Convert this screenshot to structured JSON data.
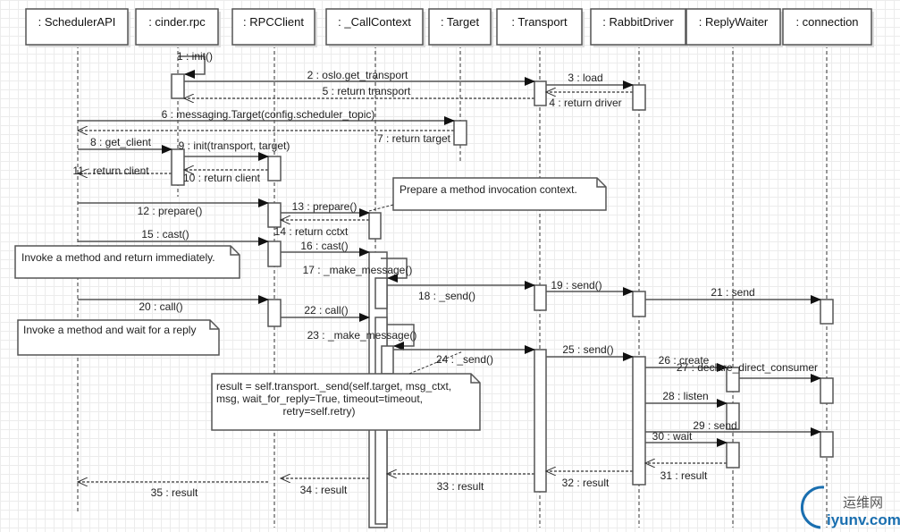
{
  "participants": [
    ": SchedulerAPI",
    ": cinder.rpc",
    ": RPCClient",
    ": _CallContext",
    ": Target",
    ": Transport",
    ": RabbitDriver",
    ": ReplyWaiter",
    ": connection"
  ],
  "messages": [
    "1 : init()",
    "2 : oslo.get_transport",
    "3 : load",
    "4 : return driver",
    "5 : return transport",
    "6 : messaging.Target(config.scheduler_topic)",
    "7 : return target",
    "8 : get_client",
    "9 : init(transport, target)",
    "10 : return client",
    "11 : return client",
    "12 : prepare()",
    "13 : prepare()",
    "14 : return cctxt",
    "15 : cast()",
    "16 : cast()",
    "17 : _make_message()",
    "18 : _send()",
    "19 : send()",
    "20 : call()",
    "21 : send",
    "22 : call()",
    "23 : _make_message()",
    "24 : _send()",
    "25 : send()",
    "26 : create",
    "27 : declare_direct_consumer",
    "28 : listen",
    "29 : send",
    "30 : wait",
    "31 : result",
    "32 : result",
    "33 : result",
    "34 : result",
    "35 : result"
  ],
  "notes": {
    "prepare": "Prepare a method invocation context.",
    "cast": "Invoke a method and return immediately.",
    "call": "Invoke a method and wait for a reply",
    "code": [
      "result = self.transport._send(self.target, msg_ctxt,",
      "msg, wait_for_reply=True, timeout=timeout,",
      "retry=self.retry)"
    ]
  },
  "watermark": {
    "line1": "运维网",
    "line2": "iyunv.com"
  },
  "colors": {
    "line": "#555555",
    "grid": "#ececec",
    "watermark": "#1a6fb0"
  }
}
